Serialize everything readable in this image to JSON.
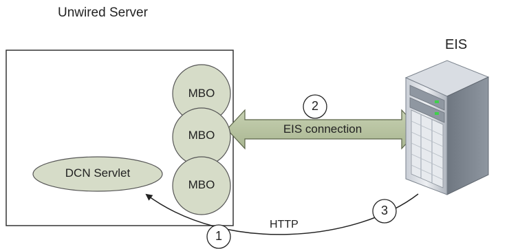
{
  "title": "Unwired Server",
  "eis_label": "EIS",
  "mbos": [
    "MBO",
    "MBO",
    "MBO"
  ],
  "dcn_servlet": "DCN Servlet",
  "connection_label": "EIS connection",
  "http_label": "HTTP",
  "steps": [
    "1",
    "2",
    "3"
  ],
  "colors": {
    "mbo_fill": "#d6dcc8",
    "arrow_fill": "#b9c4a4",
    "server_box_border": "#333333",
    "server_icon": "#9aa3ad"
  }
}
